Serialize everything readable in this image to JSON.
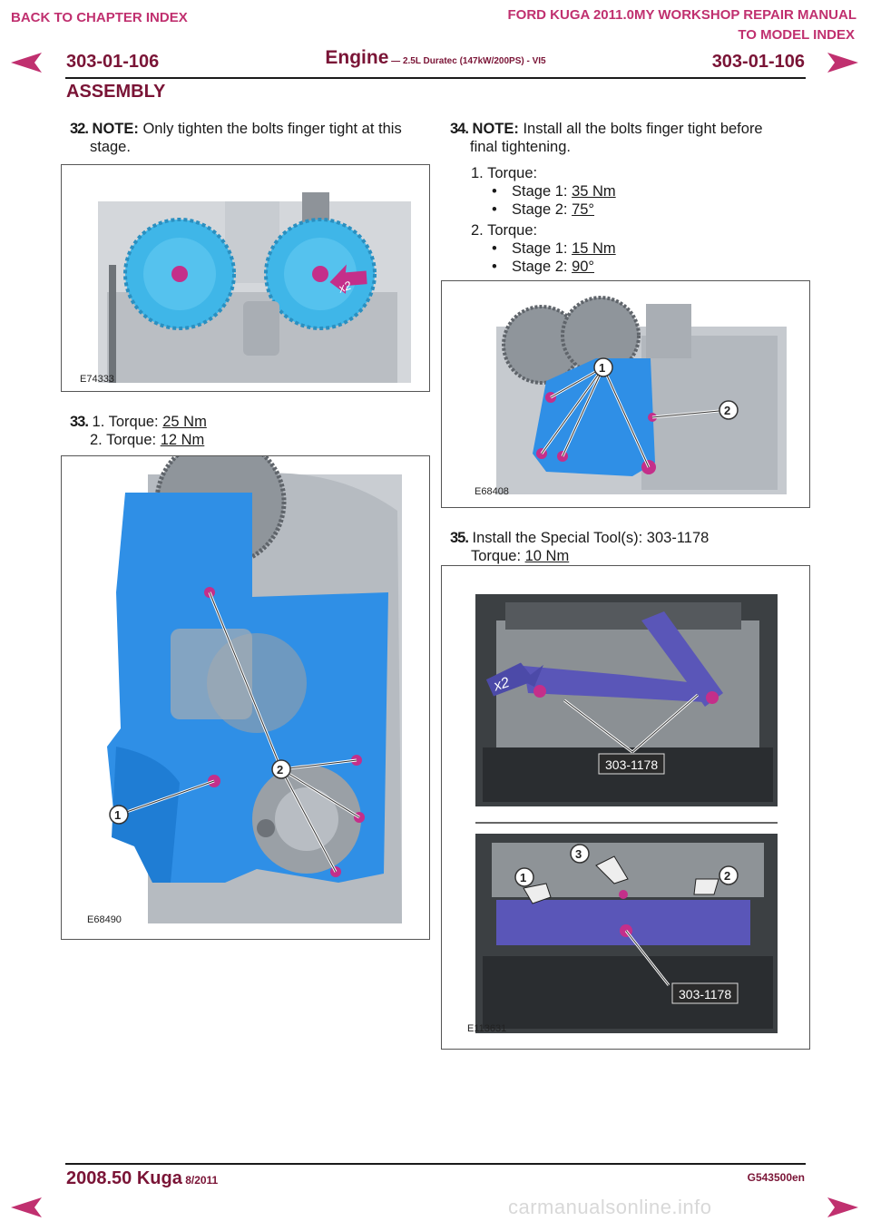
{
  "header": {
    "back_link": "BACK TO CHAPTER INDEX",
    "manual_title": "FORD KUGA 2011.0MY WORKSHOP REPAIR MANUAL",
    "model_link": "TO MODEL INDEX",
    "page_left": "303-01-106",
    "page_right": "303-01-106",
    "section_main": "Engine",
    "section_sub": " — 2.5L Duratec (147kW/200PS) - VI5",
    "section_heading": "ASSEMBLY"
  },
  "steps": {
    "s32": {
      "num": "32.",
      "note": "NOTE:",
      "text_line1": " Only tighten the bolts finger tight at this",
      "text_line2": "stage.",
      "figure": "E74333",
      "tag": "x2"
    },
    "s33": {
      "num": "33.",
      "items": [
        {
          "n": "1.",
          "label": "Torque: ",
          "value": "25 Nm"
        },
        {
          "n": "2.",
          "label": "Torque: ",
          "value": "12 Nm"
        }
      ],
      "figure": "E68490",
      "callouts": [
        "1",
        "2"
      ]
    },
    "s34": {
      "num": "34.",
      "note": "NOTE:",
      "text_line1": " Install all the bolts finger tight before",
      "text_line2": "final tightening.",
      "groups": [
        {
          "n": "1.",
          "label": "Torque:",
          "stages": [
            {
              "label": "Stage 1: ",
              "value": "35 Nm"
            },
            {
              "label": "Stage 2: ",
              "value": "75°"
            }
          ]
        },
        {
          "n": "2.",
          "label": "Torque:",
          "stages": [
            {
              "label": "Stage 1: ",
              "value": "15 Nm"
            },
            {
              "label": "Stage 2: ",
              "value": "90°"
            }
          ]
        }
      ],
      "figure": "E68408",
      "callouts": [
        "1",
        "2"
      ]
    },
    "s35": {
      "num": "35.",
      "text": " Install the Special Tool(s): 303-1178",
      "torque_label": "Torque: ",
      "torque_value": "10 Nm",
      "figure": "E113631",
      "tool_tag": "303-1178",
      "tag": "x2",
      "callouts": [
        "1",
        "2",
        "3"
      ]
    }
  },
  "footer": {
    "model": "2008.50 Kuga",
    "date": " 8/2011",
    "code": "G543500en",
    "watermark": "carmanualsonline.info"
  },
  "colors": {
    "accent_pink": "#c0306f",
    "maroon": "#7a1436",
    "component_blue": "#2f8fe6",
    "tool_purple": "#5a56b8",
    "bolt_magenta": "#c42f8a"
  }
}
